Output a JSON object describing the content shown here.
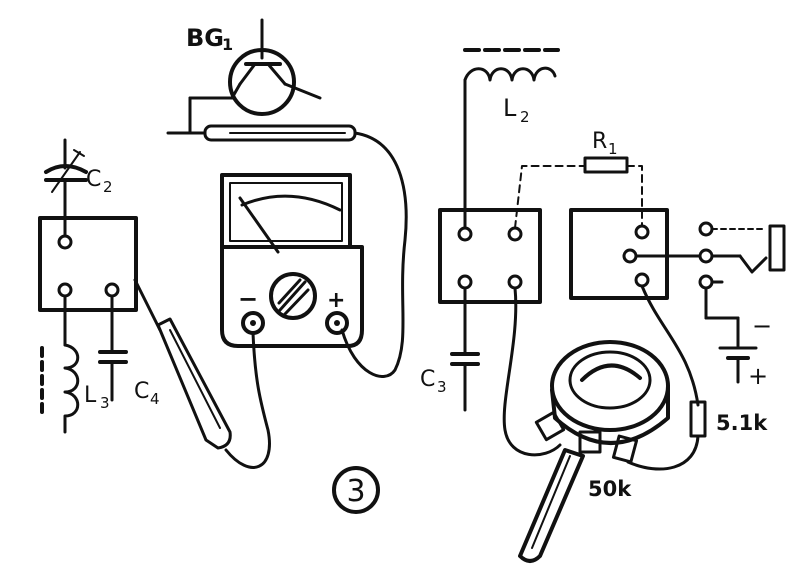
{
  "labels": {
    "transistor": "BG",
    "transistor_sub": "1",
    "c2": "C",
    "c2_sub": "2",
    "l3": "L",
    "l3_sub": "3",
    "c4": "C",
    "c4_sub": "4",
    "l2": "L",
    "l2_sub": "2",
    "r1": "R",
    "r1_sub": "1",
    "c3": "C",
    "c3_sub": "3",
    "resistor_value": "5.1k",
    "pot_value": "50k",
    "meter_minus": "−",
    "meter_plus": "+",
    "battery_minus": "−",
    "battery_plus": "+",
    "figure_number": "3"
  },
  "colors": {
    "ink": "#111111",
    "paper": "#ffffff"
  }
}
